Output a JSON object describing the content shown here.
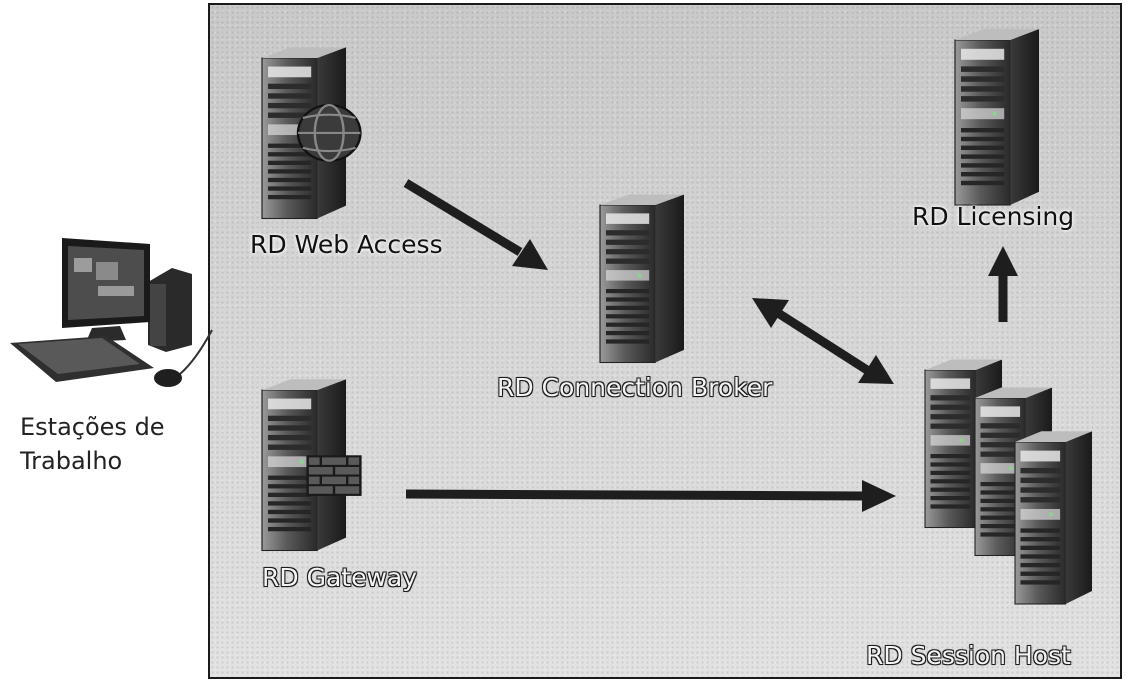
{
  "labels": {
    "web_access": "RD Web Access",
    "licensing": "RD Licensing",
    "connection_broker": "RD Connection Broker",
    "gateway": "RD Gateway",
    "session_host": "RD Session Host",
    "workstations_line1": "Estações de",
    "workstations_line2": "Trabalho"
  },
  "icons": {
    "web_access": "server-globe-icon",
    "licensing": "server-icon",
    "connection_broker": "server-icon",
    "gateway": "server-firewall-icon",
    "session_host": "server-cluster-icon",
    "workstation": "desktop-computer-icon"
  },
  "connections": [
    {
      "from": "RD Web Access",
      "to": "RD Connection Broker",
      "direction": "one-way"
    },
    {
      "from": "RD Connection Broker",
      "to": "RD Session Host",
      "direction": "two-way"
    },
    {
      "from": "RD Session Host",
      "to": "RD Licensing",
      "direction": "one-way"
    },
    {
      "from": "RD Gateway",
      "to": "RD Session Host",
      "direction": "one-way"
    }
  ]
}
